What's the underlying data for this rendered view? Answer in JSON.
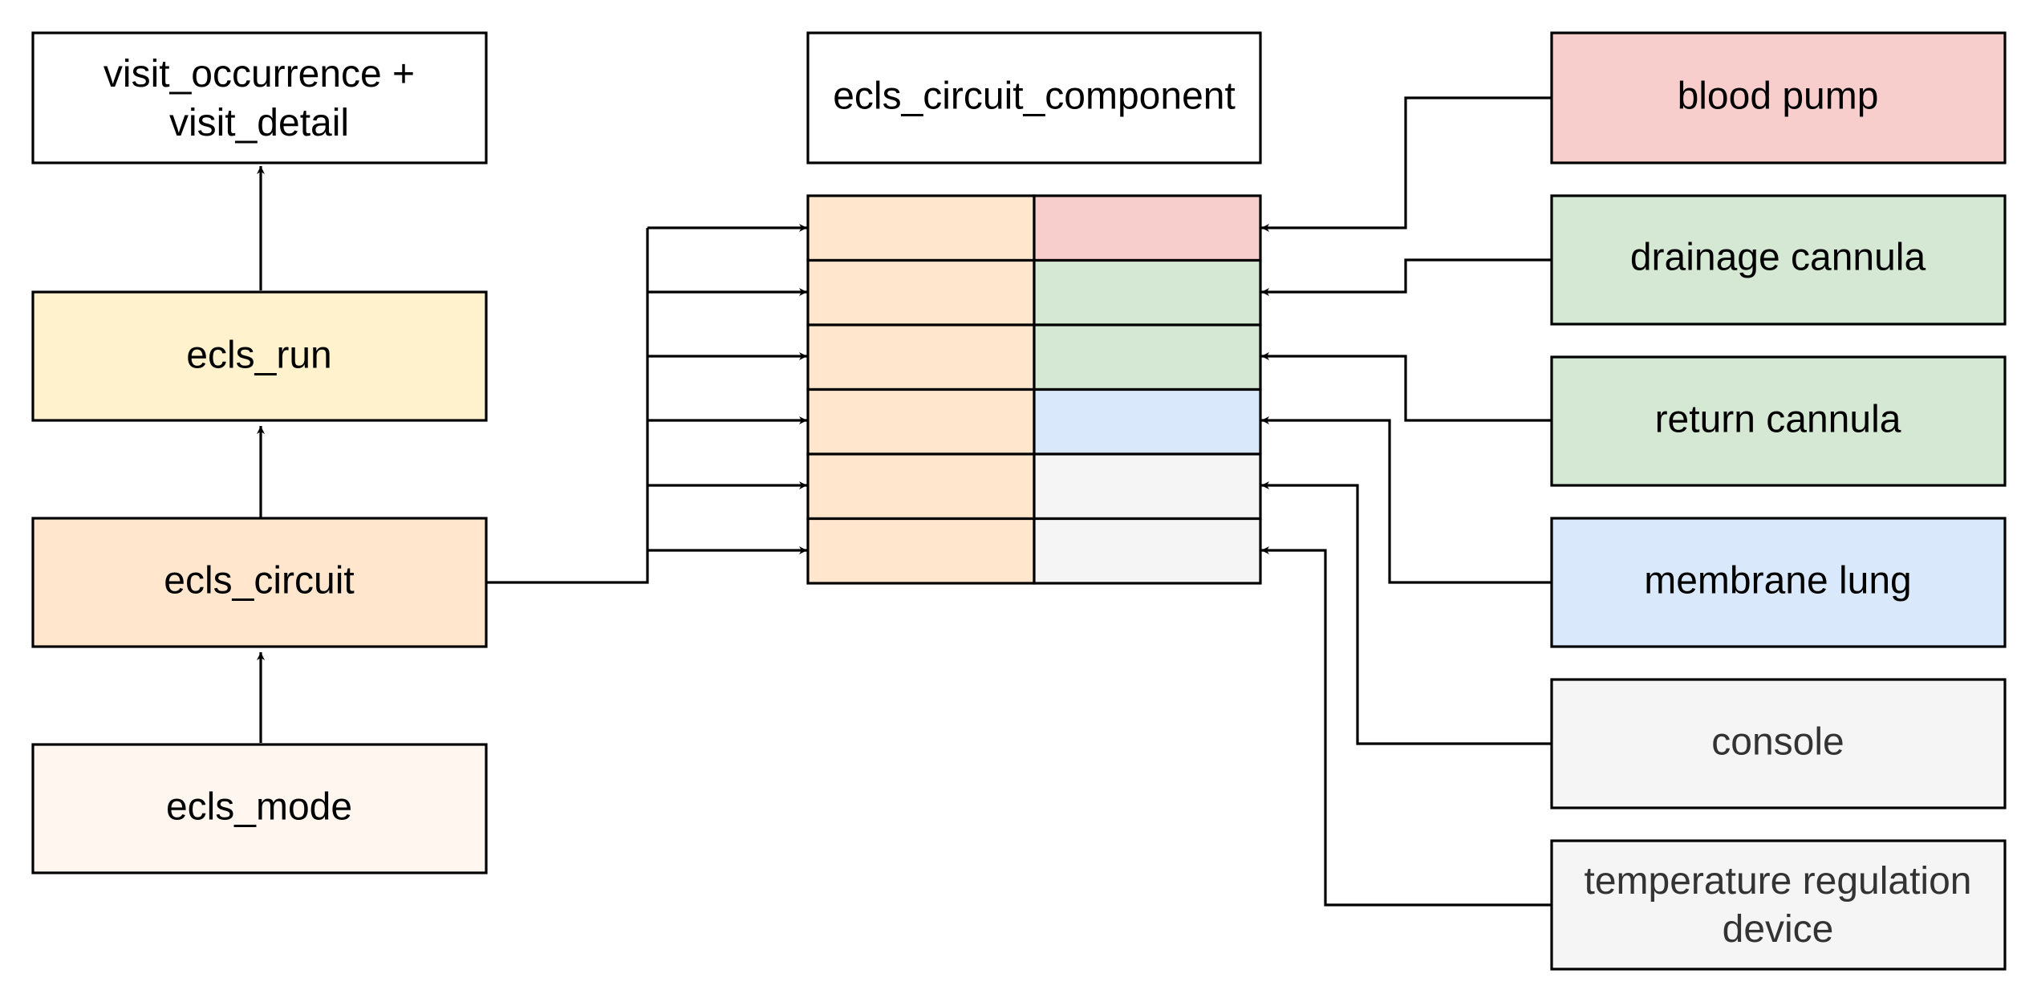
{
  "colors": {
    "white": "#ffffff",
    "yellow": "#fff2cc",
    "orange": "#ffe6cc",
    "light_orange": "#fef6ef",
    "red": "#f8cecc",
    "green": "#d5e8d4",
    "blue": "#dae8fc",
    "grey": "#f5f5f5"
  },
  "left_column": {
    "visit": {
      "line1": "visit_occurrence +",
      "line2": "visit_detail"
    },
    "run": "ecls_run",
    "circuit": "ecls_circuit",
    "mode": "ecls_mode"
  },
  "table": {
    "title": "ecls_circuit_component",
    "row_colors": [
      "red",
      "green",
      "green",
      "blue",
      "grey",
      "grey"
    ]
  },
  "components": [
    {
      "label": "blood pump",
      "color": "red"
    },
    {
      "label": "drainage cannula",
      "color": "green"
    },
    {
      "label": "return cannula",
      "color": "green"
    },
    {
      "label": "membrane lung",
      "color": "blue"
    },
    {
      "label": "console",
      "color": "grey"
    },
    {
      "label": "temperature regulation",
      "label2": "device",
      "color": "grey"
    }
  ]
}
